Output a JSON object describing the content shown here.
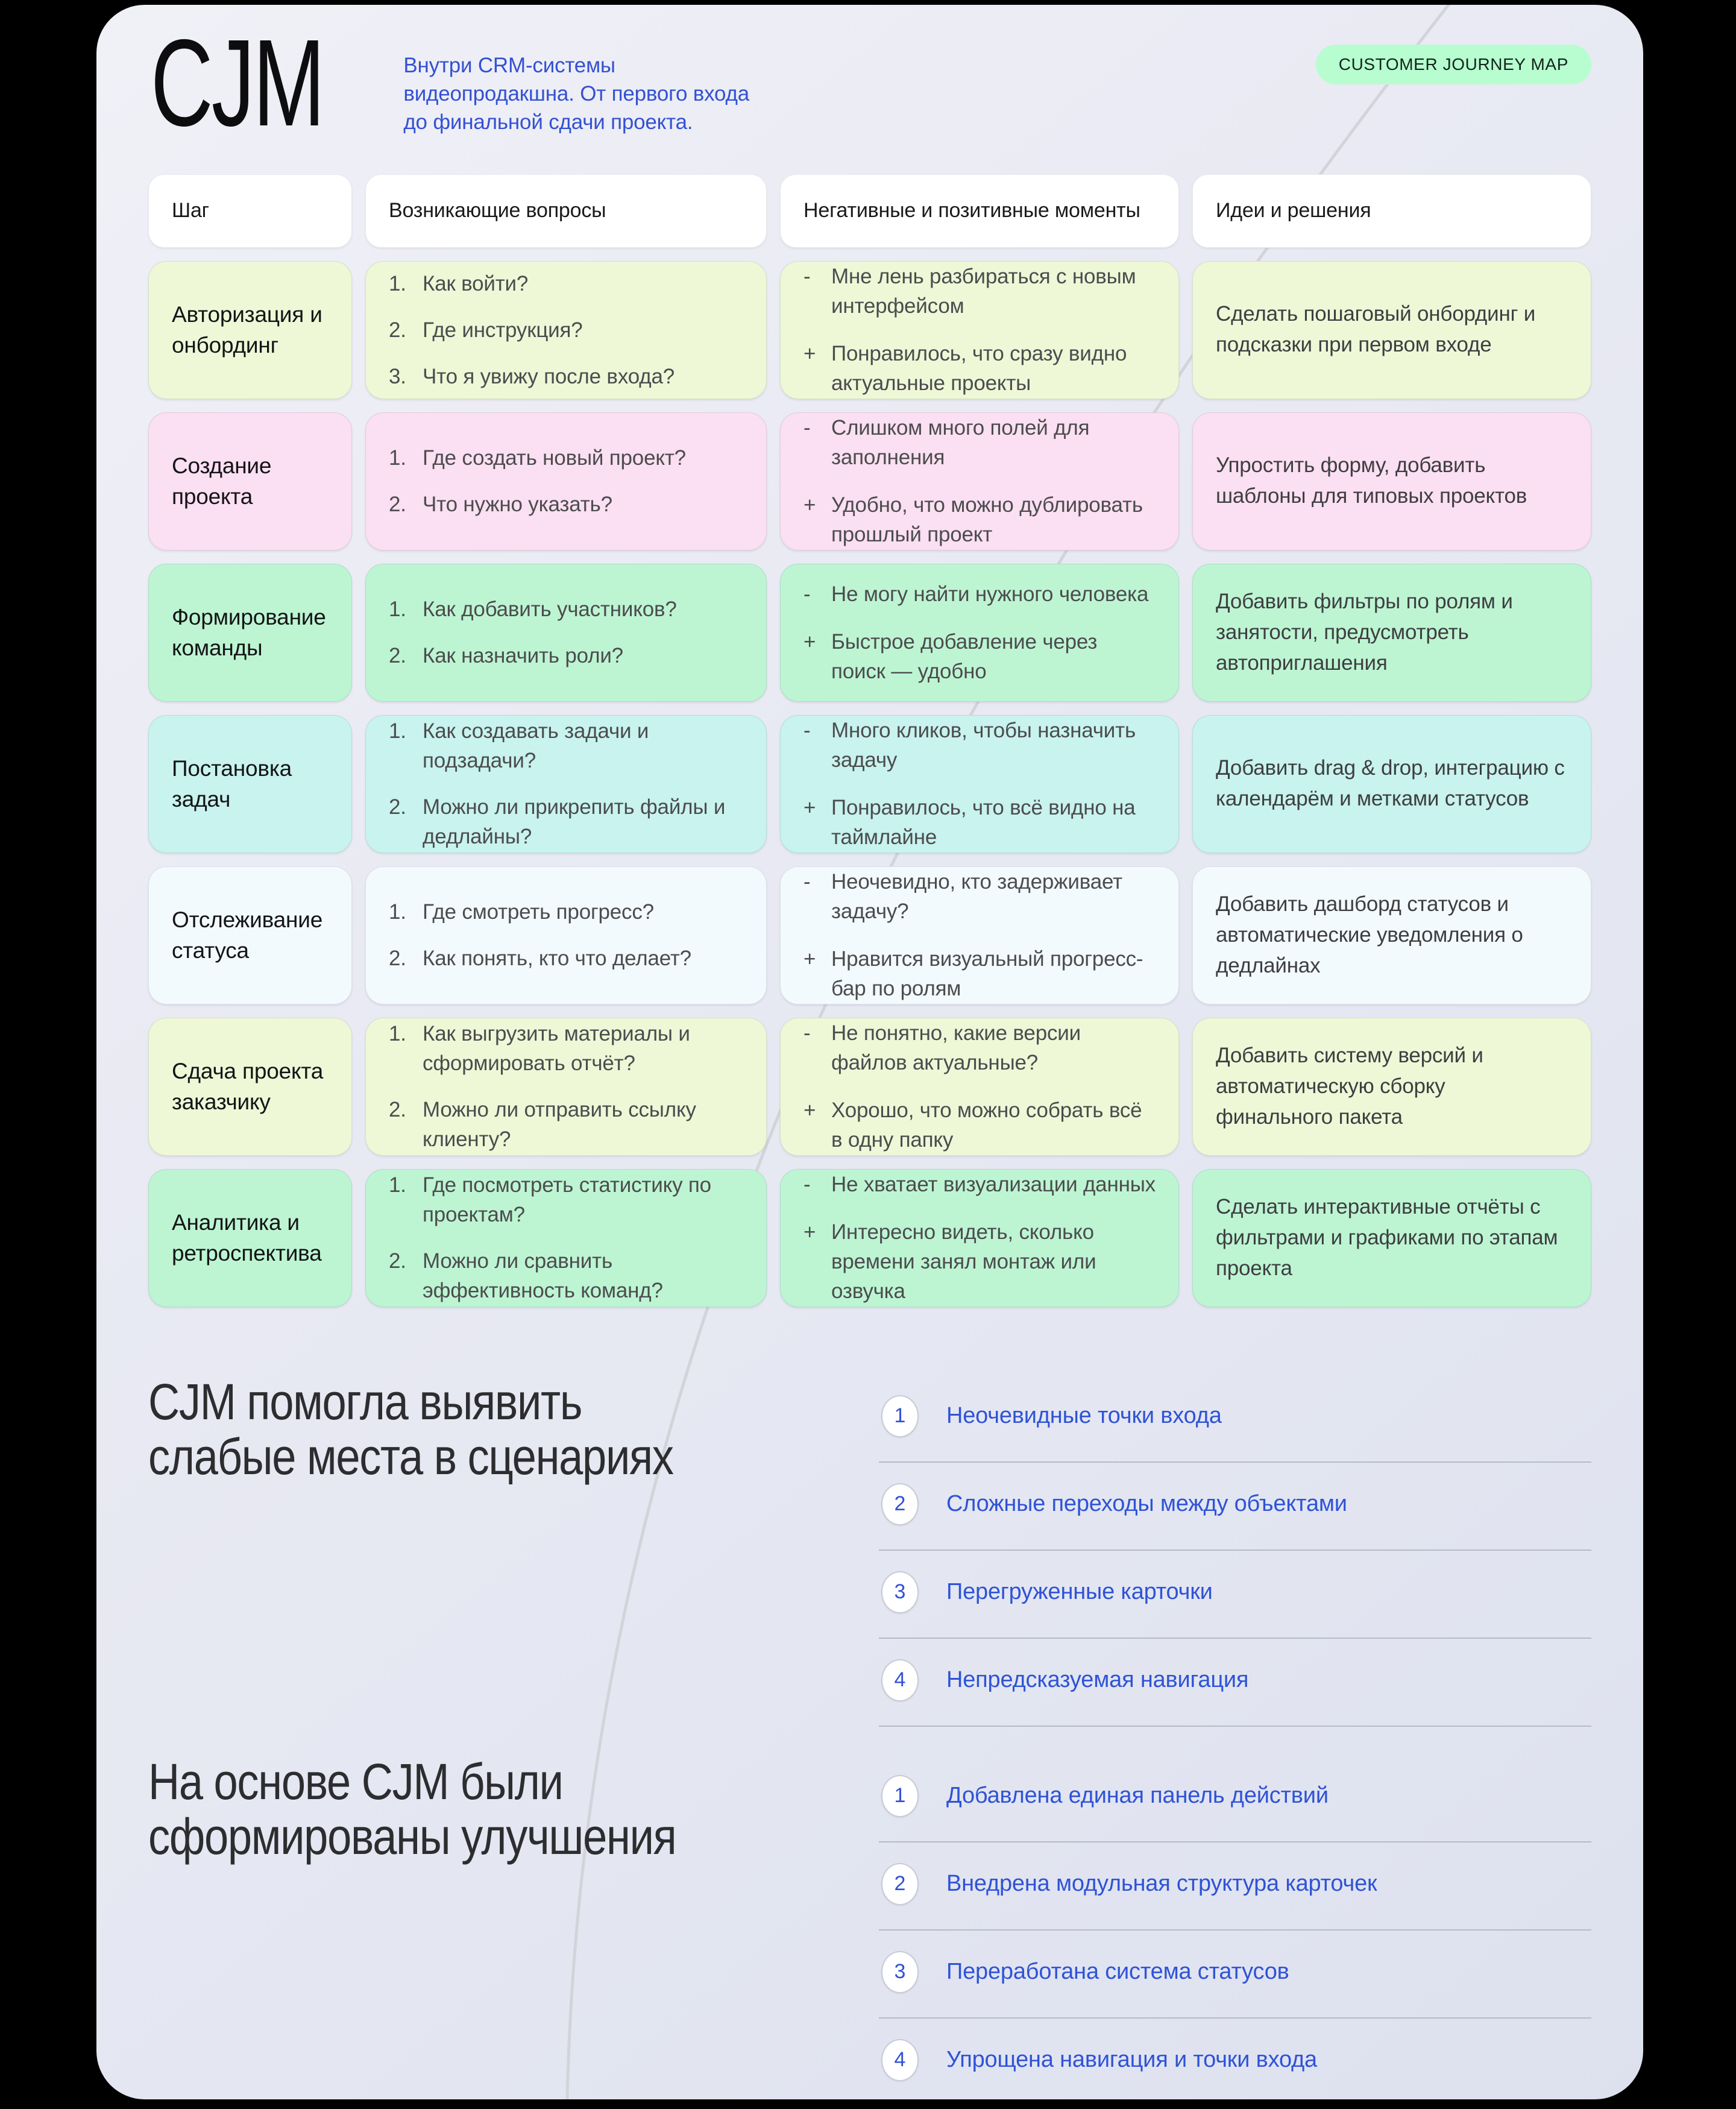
{
  "header": {
    "logo": "CJM",
    "subtitle": "Внутри CRM-системы видеопродакшна. От первого входа до финальной сдачи проекта.",
    "badge": "CUSTOMER JOURNEY MAP"
  },
  "colors": {
    "canvas": "#000000",
    "poster_bg": "#e8eaf3",
    "accent_blue": "#3351d3",
    "badge_green": "#b7fdd0",
    "decor_line": "#d3d4da",
    "row_colors": [
      "#eef8d7",
      "#fbdff2",
      "#bdf5d3",
      "#c8f3ef",
      "#f2fafd",
      "#eef8d7",
      "#bdf5d3"
    ]
  },
  "table": {
    "columns": [
      "Шаг",
      "Возникающие вопросы",
      "Негативные и позитивные моменты",
      "Идеи и решения"
    ],
    "rows": [
      {
        "step": "Авторизация и онбординг",
        "questions": [
          {
            "n": "1.",
            "t": "Как войти?"
          },
          {
            "n": "2.",
            "t": "Где инструкция?"
          },
          {
            "n": "3.",
            "t": "Что я увижу после входа?"
          }
        ],
        "moments": [
          {
            "m": "-",
            "t": "Мне лень разбираться с новым интерфейсом"
          },
          {
            "m": "+",
            "t": "Понравилось, что сразу видно актуальные проекты"
          }
        ],
        "idea": "Сделать пошаговый онбординг и подсказки при первом входе"
      },
      {
        "step": "Создание проекта",
        "questions": [
          {
            "n": "1.",
            "t": "Где создать новый проект?"
          },
          {
            "n": "2.",
            "t": "Что нужно указать?"
          }
        ],
        "moments": [
          {
            "m": "-",
            "t": "Слишком много полей для заполнения"
          },
          {
            "m": "+",
            "t": "Удобно, что можно дублировать прошлый проект"
          }
        ],
        "idea": "Упростить форму, добавить шаблоны для типовых проектов"
      },
      {
        "step": "Формирование команды",
        "questions": [
          {
            "n": "1.",
            "t": "Как добавить участников?"
          },
          {
            "n": "2.",
            "t": "Как назначить роли?"
          }
        ],
        "moments": [
          {
            "m": "-",
            "t": "Не могу найти нужного человека"
          },
          {
            "m": "+",
            "t": "Быстрое добавление через поиск — удобно"
          }
        ],
        "idea": "Добавить фильтры по ролям и занятости, предусмотреть автоприглашения"
      },
      {
        "step": "Постановка задач",
        "questions": [
          {
            "n": "1.",
            "t": "Как создавать задачи и подзадачи?"
          },
          {
            "n": "2.",
            "t": "Можно ли прикрепить файлы и дедлайны?"
          }
        ],
        "moments": [
          {
            "m": "-",
            "t": "Много кликов, чтобы назначить задачу"
          },
          {
            "m": "+",
            "t": "Понравилось, что всё видно на таймлайне"
          }
        ],
        "idea": "Добавить drag & drop, интеграцию с календарём и метками статусов"
      },
      {
        "step": "Отслеживание статуса",
        "questions": [
          {
            "n": "1.",
            "t": "Где смотреть прогресс?"
          },
          {
            "n": "2.",
            "t": "Как понять, кто что делает?"
          }
        ],
        "moments": [
          {
            "m": "-",
            "t": "Неочевидно, кто задерживает задачу?"
          },
          {
            "m": "+",
            "t": "Нравится визуальный прогресс-бар по ролям"
          }
        ],
        "idea": "Добавить дашборд статусов и автоматические уведомления о дедлайнах"
      },
      {
        "step": "Сдача проекта заказчику",
        "questions": [
          {
            "n": "1.",
            "t": "Как выгрузить материалы и сформировать отчёт?"
          },
          {
            "n": "2.",
            "t": "Можно ли отправить ссылку клиенту?"
          }
        ],
        "moments": [
          {
            "m": "-",
            "t": "Не понятно, какие версии файлов актуальные?"
          },
          {
            "m": "+",
            "t": "Хорошо, что можно собрать всё в одну папку"
          }
        ],
        "idea": "Добавить систему версий и автоматическую сборку финального пакета"
      },
      {
        "step": "Аналитика и ретроспектива",
        "questions": [
          {
            "n": "1.",
            "t": "Где посмотреть статистику по проектам?"
          },
          {
            "n": "2.",
            "t": "Можно ли сравнить эффективность команд?"
          }
        ],
        "moments": [
          {
            "m": "-",
            "t": "Не хватает визуализации данных"
          },
          {
            "m": "+",
            "t": "Интересно видеть, сколько времени занял монтаж или озвучка"
          }
        ],
        "idea": "Сделать интерактивные отчёты с фильтрами и графиками по этапам проекта"
      }
    ]
  },
  "sections": [
    {
      "heading": "CJM помогла выявить слабые места в сценариях",
      "items": [
        {
          "n": "1",
          "t": "Неочевидные точки входа"
        },
        {
          "n": "2",
          "t": "Сложные переходы между объектами"
        },
        {
          "n": "3",
          "t": "Перегруженные карточки"
        },
        {
          "n": "4",
          "t": "Непредсказуемая навигация"
        }
      ]
    },
    {
      "heading": "На основе CJM были сформированы улучшения",
      "items": [
        {
          "n": "1",
          "t": "Добавлена единая панель действий"
        },
        {
          "n": "2",
          "t": "Внедрена модульная структура карточек"
        },
        {
          "n": "3",
          "t": "Переработана система статусов"
        },
        {
          "n": "4",
          "t": "Упрощена навигация и точки входа"
        }
      ]
    }
  ]
}
